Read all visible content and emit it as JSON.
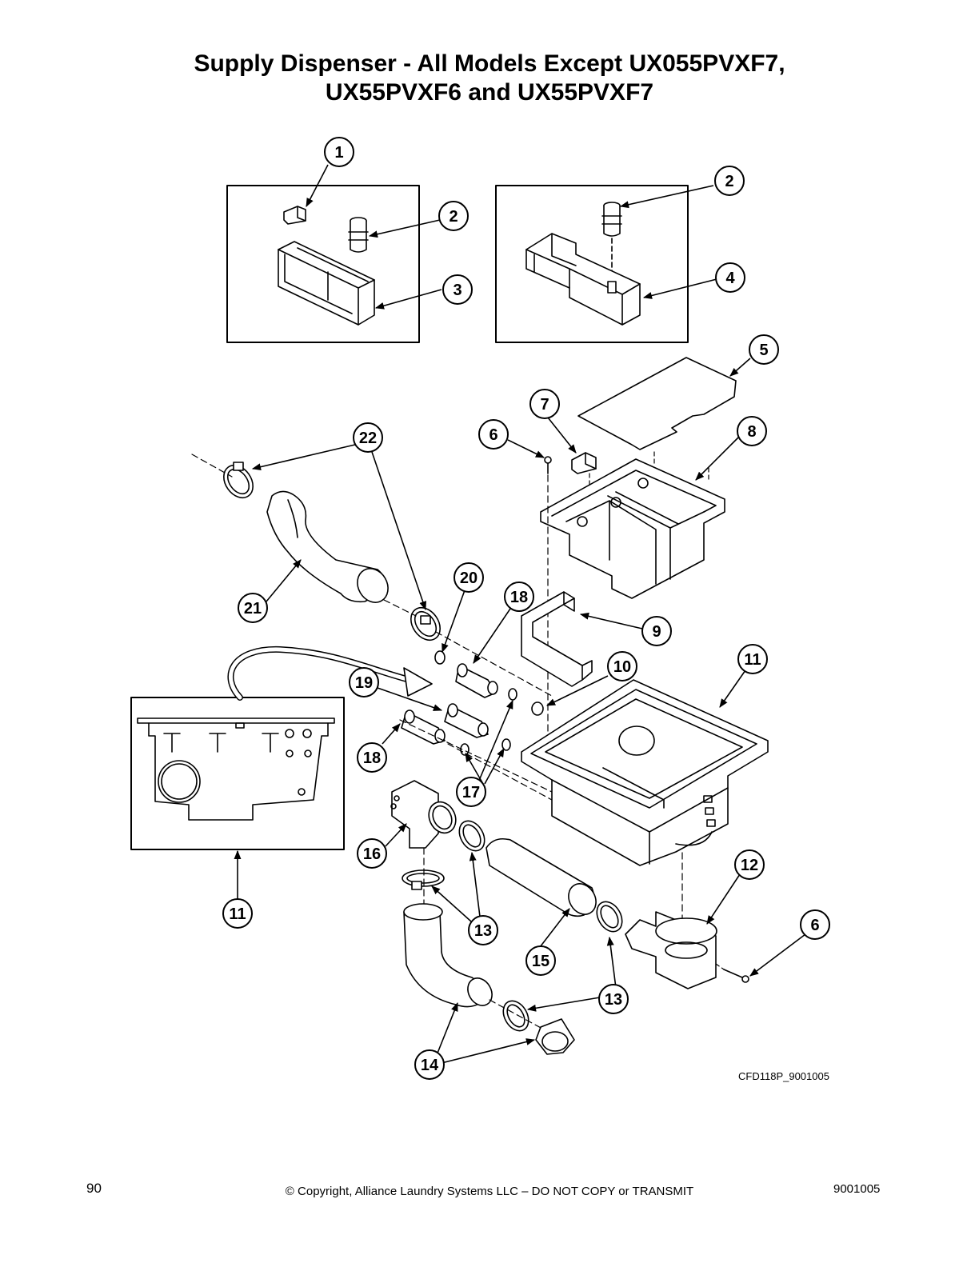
{
  "title": {
    "line1": "Supply Dispenser - All Models Except UX055PVXF7,",
    "line2": "UX55PVXF6 and UX55PVXF7"
  },
  "callouts": [
    "1",
    "2",
    "2",
    "3",
    "4",
    "5",
    "6",
    "7",
    "8",
    "22",
    "21",
    "20",
    "18",
    "9",
    "10",
    "11",
    "19",
    "18",
    "17",
    "11",
    "16",
    "12",
    "13",
    "6",
    "15",
    "13",
    "14"
  ],
  "figure_id": "CFD118P_9001005",
  "footer": {
    "page_number": "90",
    "copyright": "© Copyright, Alliance Laundry Systems LLC – DO NOT COPY or TRANSMIT",
    "doc_number": "9001005"
  }
}
